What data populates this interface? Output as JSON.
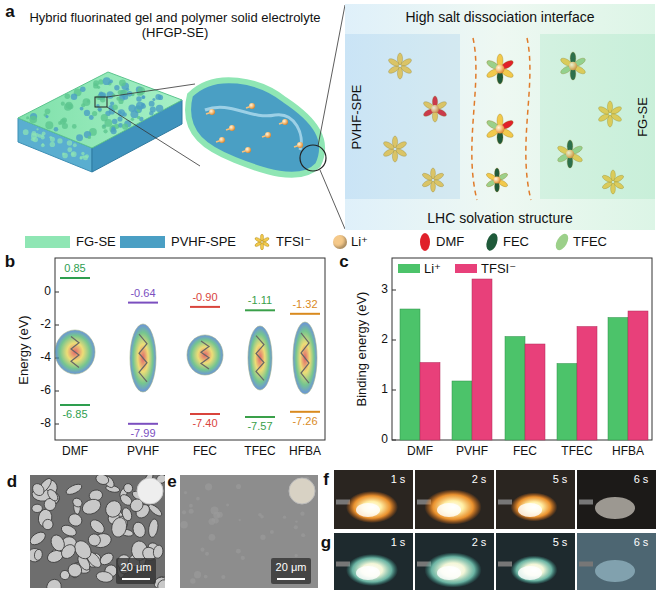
{
  "diagram": {
    "nodes": [
      {
        "text": [
          "High salt dissociation interface",
          "LHC solvation structure"
        ]
      },
      {
        "text": [
          "PVHF-SPE"
        ],
        "in": 0
      },
      {
        "text": [
          "FG-SE"
        ],
        "in": 0
      }
    ],
    "labels": [
      "a",
      "Hybrid fluorinated gel and polymer solid electrolyte (HFGP-SE)",
      "b",
      "Energy (eV)",
      "0",
      "-2",
      "-4",
      "-6",
      "-8",
      "0.85",
      "-0.64",
      "-0.90",
      "-1.11",
      "-1.32",
      "-6.85",
      "-7.99",
      "-7.40",
      "-7.57",
      "-7.26",
      "DMF",
      "PVHF",
      "FEC",
      "TFEC",
      "HFBA",
      "c",
      "Binding energy (eV)",
      "0",
      "1",
      "2",
      "3",
      "DMF",
      "PVHF",
      "FEC",
      "TFEC",
      "HFBA",
      "d",
      "20 μm",
      "e",
      "20 μm",
      "f",
      "1 s",
      "2 s",
      "5 s",
      "6 s",
      "g",
      "1 s",
      "2 s",
      "5 s",
      "6 s"
    ],
    "legend": [
      {
        "text": "FG-SE",
        "color": "#8fe6b4"
      },
      {
        "text": "PVHF-SPE",
        "color": "#4a9fc4"
      },
      {
        "text": "TFSI⁻",
        "color": "#f2c94c"
      },
      {
        "text": "Li⁺",
        "color": "#f5c98a"
      },
      {
        "text": "DMF",
        "color": "#e0202a"
      },
      {
        "text": "FEC",
        "color": "#1f5a3a"
      },
      {
        "text": "TFEC",
        "color": "#9cd08a"
      },
      {
        "text": "Li⁺",
        "color": "#4cc36a"
      },
      {
        "text": "TFSI⁻",
        "color": "#e8407a"
      }
    ]
  }
}
